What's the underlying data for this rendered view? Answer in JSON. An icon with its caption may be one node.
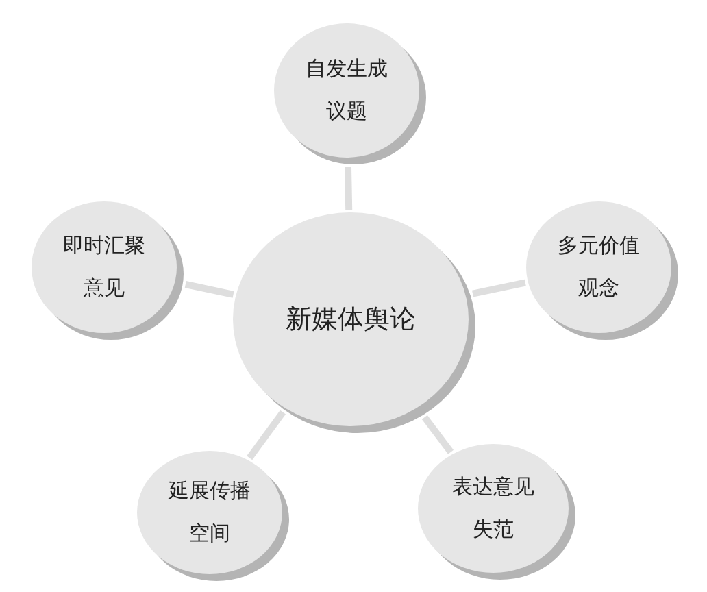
{
  "diagram": {
    "nodes": [
      {
        "text": [
          "新媒体舆论"
        ]
      },
      {
        "text": [
          "自发生成议题"
        ]
      },
      {
        "text": [
          "多元价值观念"
        ]
      },
      {
        "text": [
          "表达意见失范"
        ]
      },
      {
        "text": [
          "延展传播空间"
        ]
      },
      {
        "text": [
          "即时汇聚意见"
        ]
      }
    ],
    "edges": [
      {
        "from": 0,
        "to": 1,
        "arrow": "none"
      },
      {
        "from": 0,
        "to": 2,
        "arrow": "none"
      },
      {
        "from": 0,
        "to": 3,
        "arrow": "none"
      },
      {
        "from": 0,
        "to": 4,
        "arrow": "none"
      },
      {
        "from": 0,
        "to": 5,
        "arrow": "none"
      }
    ]
  }
}
